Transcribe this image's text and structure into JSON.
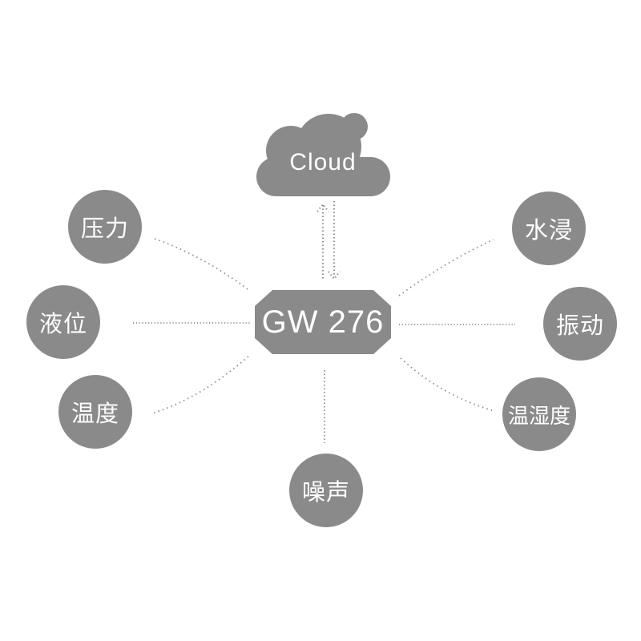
{
  "canvas": {
    "background": "#ffffff"
  },
  "colors": {
    "shape_gray": "#8a8a8a",
    "dot_gray": "#8f8f8f",
    "label_white": "#ffffff"
  },
  "cloud": {
    "label": "Cloud"
  },
  "hub": {
    "label": "GW 276"
  },
  "sensors": [
    {
      "id": "pressure",
      "label": "压力"
    },
    {
      "id": "liquid-level",
      "label": "液位"
    },
    {
      "id": "temperature",
      "label": "温度"
    },
    {
      "id": "water-immersion",
      "label": "水浸"
    },
    {
      "id": "vibration",
      "label": "振动"
    },
    {
      "id": "temp-humidity",
      "label": "温湿度"
    },
    {
      "id": "noise",
      "label": "噪声"
    }
  ]
}
